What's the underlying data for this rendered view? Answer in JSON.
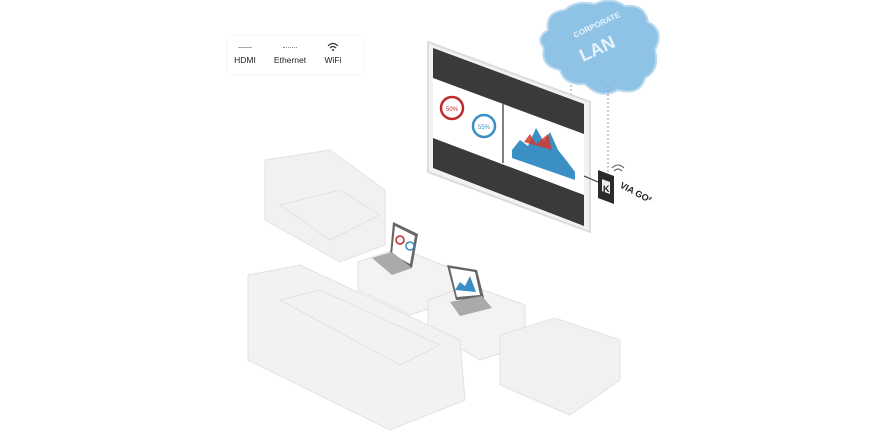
{
  "legend": {
    "items": [
      {
        "label": "HDMI",
        "icon": "hdmi-line-icon"
      },
      {
        "label": "Ethernet",
        "icon": "ethernet-dotted-line-icon"
      },
      {
        "label": "WiFi",
        "icon": "wifi-icon"
      }
    ]
  },
  "cloud": {
    "line1": "CORPORATE",
    "line2": "LAN",
    "color": "#8ec3e6"
  },
  "display": {
    "gauge_left_value": "50%",
    "gauge_right_value": "55%",
    "gauge_left_color": "#c0282d",
    "gauge_right_color": "#3a8fc4",
    "chart_colors": [
      "#3a8fc4",
      "#d23a2e"
    ]
  },
  "device": {
    "label": "VIA GO²",
    "logo": "K"
  }
}
